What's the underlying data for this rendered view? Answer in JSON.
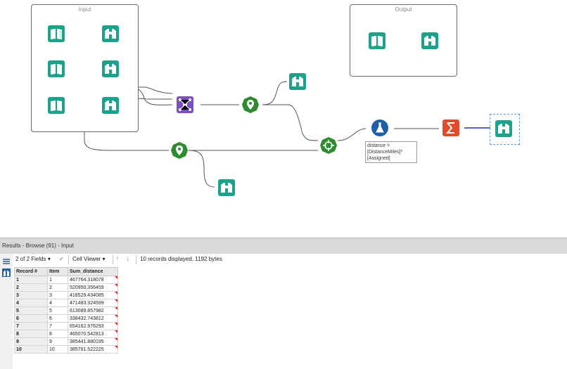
{
  "canvas": {
    "containers": {
      "input_title": "Input",
      "output_title": "Output"
    },
    "annotation_lines": [
      "distance =",
      "[DistanceMiles]*",
      "[Assigned]"
    ],
    "colors": {
      "io_tool": "#1aa38a",
      "spatial_tool": "#2e8b2e",
      "predictive_tool": "#1f5fa8",
      "transform_tool": "#e24b2b",
      "join_tool": "#7a4fbf"
    }
  },
  "results": {
    "header_title": "Results - Browse (91) - Input",
    "toolbar": {
      "fields_label": "2 of 2 Fields",
      "viewer_label": "Cell Viewer",
      "status": "10 records displayed, 1192 bytes"
    },
    "columns": [
      "Record #",
      "Item",
      "Sum_distance"
    ],
    "rows": [
      [
        "1",
        "1",
        "467764.318078"
      ],
      [
        "2",
        "2",
        "520950.356459"
      ],
      [
        "3",
        "3",
        "418529.434085"
      ],
      [
        "4",
        "4",
        "471483.324599"
      ],
      [
        "5",
        "5",
        "613089.857982"
      ],
      [
        "6",
        "6",
        "338432.743812"
      ],
      [
        "7",
        "7",
        "654162.976293"
      ],
      [
        "8",
        "8",
        "465070.542813"
      ],
      [
        "9",
        "9",
        "385441.880195"
      ],
      [
        "10",
        "10",
        "385761.522225"
      ]
    ]
  }
}
